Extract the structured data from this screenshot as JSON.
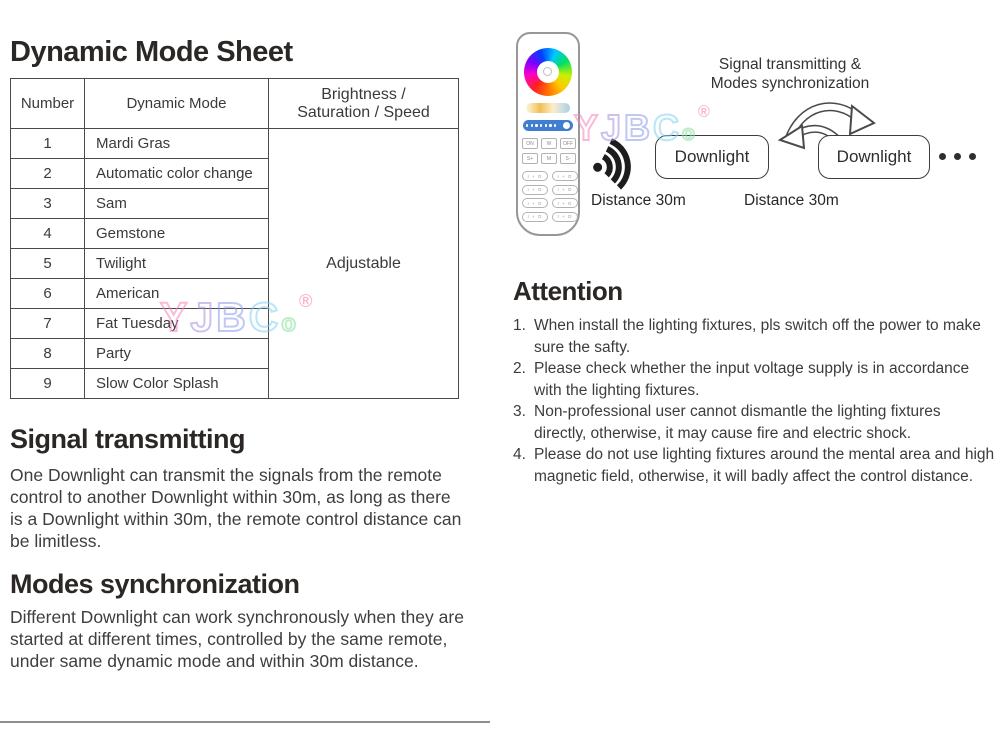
{
  "page": {
    "title": "Dynamic Mode Sheet"
  },
  "mode_table": {
    "headers": {
      "number": "Number",
      "mode": "Dynamic Mode",
      "adjust": "Brightness /\nSaturation / Speed"
    },
    "rows": [
      {
        "number": "1",
        "mode": "Mardi Gras"
      },
      {
        "number": "2",
        "mode": "Automatic color change"
      },
      {
        "number": "3",
        "mode": "Sam"
      },
      {
        "number": "4",
        "mode": "Gemstone"
      },
      {
        "number": "5",
        "mode": "Twilight"
      },
      {
        "number": "6",
        "mode": "American"
      },
      {
        "number": "7",
        "mode": "Fat Tuesday"
      },
      {
        "number": "8",
        "mode": "Party"
      },
      {
        "number": "9",
        "mode": "Slow Color Splash"
      }
    ],
    "merged_cell": "Adjustable"
  },
  "signal_section": {
    "title": "Signal transmitting",
    "body": "One Downlight can transmit the signals from the remote control to another Downlight within 30m, as long as there is a Downlight within 30m, the remote control distance can be limitless."
  },
  "modes_section": {
    "title": "Modes synchronization",
    "body": "Different Downlight can work synchronously when they are started at different times, controlled by the same remote, under same dynamic mode and within 30m distance."
  },
  "attention_section": {
    "title": "Attention",
    "items": [
      "When install the lighting fixtures, pls switch off the power to make sure the safty.",
      "Please check whether the input voltage supply is in accordance with the lighting fixtures.",
      "Non-professional user cannot dismantle the lighting fixtures directly, otherwise, it may cause fire and electric shock.",
      "Please do not use lighting fixtures around the mental area and high magnetic field, otherwise, it will badly affect the control distance."
    ]
  },
  "diagram": {
    "caption": "Signal transmitting &\nModes synchronization",
    "downlight_box1": "Downlight",
    "downlight_box2": "Downlight",
    "distance_label1": "Distance 30m",
    "distance_label2": "Distance 30m"
  },
  "remote": {
    "power_buttons": [
      "ON",
      "W",
      "OFF"
    ],
    "mode_buttons": [
      "S+",
      "M",
      "S-"
    ],
    "zone_button_label": "I + O",
    "zone_button_count": 8
  },
  "watermark": {
    "letters": [
      {
        "ch": "Y",
        "color": "#f582bd"
      },
      {
        "ch": "J",
        "color": "#a98fe0"
      },
      {
        "ch": "B",
        "color": "#8f9bec"
      },
      {
        "ch": "C",
        "color": "#7fd0f5"
      },
      {
        "ch": "o",
        "color": "#8ce3a0"
      }
    ],
    "reg": {
      "ch": "®",
      "color": "#f26d9a"
    }
  },
  "colors": {
    "heading": "#2b2724",
    "body_text": "#3e3e3e",
    "table_border": "#4a4a4a",
    "remote_blue": "#3f7ed0",
    "signal_icon": "#1d1d1d",
    "divider": "#8f8f8f"
  }
}
